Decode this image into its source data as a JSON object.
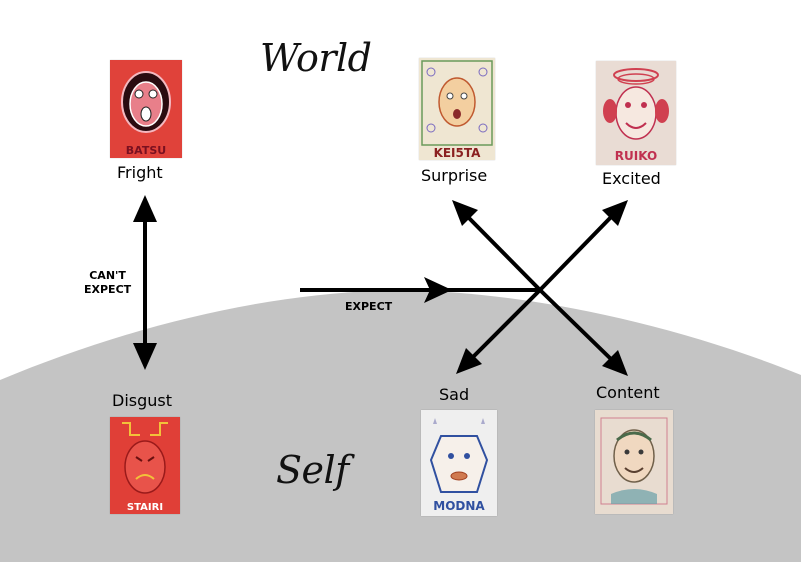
{
  "regions": {
    "world": "World",
    "self": "Self"
  },
  "emotions": {
    "fright": "Fright",
    "surprise": "Surprise",
    "excited": "Excited",
    "disgust": "Disgust",
    "sad": "Sad",
    "content": "Content"
  },
  "arrow_labels": {
    "cant_expect_1": "CAN'T",
    "cant_expect_2": "EXPECT",
    "expect": "EXPECT"
  },
  "portrait_captions": {
    "fright": "BATSU",
    "surprise": "KEI5TA",
    "excited": "RUIKO",
    "disgust": "STAIRI",
    "sad": "MODNA"
  },
  "colors": {
    "self_region": "#c4c4c4",
    "arrow": "#000000",
    "fright_bg": "#e0423a",
    "disgust_bg": "#e03f37",
    "surprise_bg": "#efe6d2",
    "excited_bg": "#e9dcd4",
    "sad_bg": "#efefef",
    "content_bg": "#e8dcd0"
  }
}
